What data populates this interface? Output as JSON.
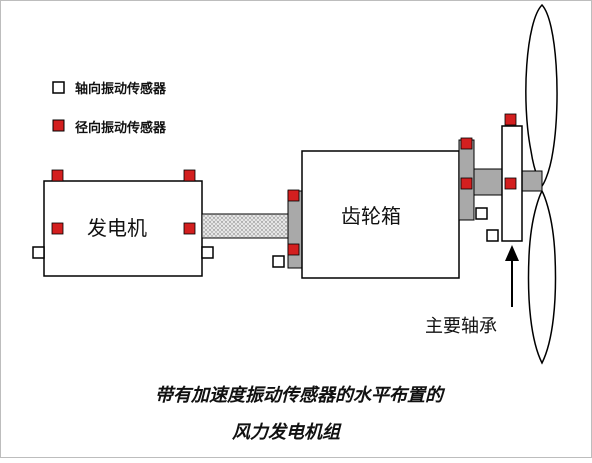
{
  "legend": {
    "axial_label": "轴向振动传感器",
    "radial_label": "径向振动传感器"
  },
  "components": {
    "generator": "发电机",
    "gearbox": "齿轮箱",
    "main_bearing": "主要轴承"
  },
  "caption": {
    "line1": "带有加速度振动传感器的水平布置的",
    "line2": "风力发电机组"
  },
  "colors": {
    "radial_sensor": "#d31f1f",
    "axial_sensor": "#ffffff",
    "shaft_gray": "#a9a9a9",
    "coupling_dotted": "#d9d9d9"
  }
}
